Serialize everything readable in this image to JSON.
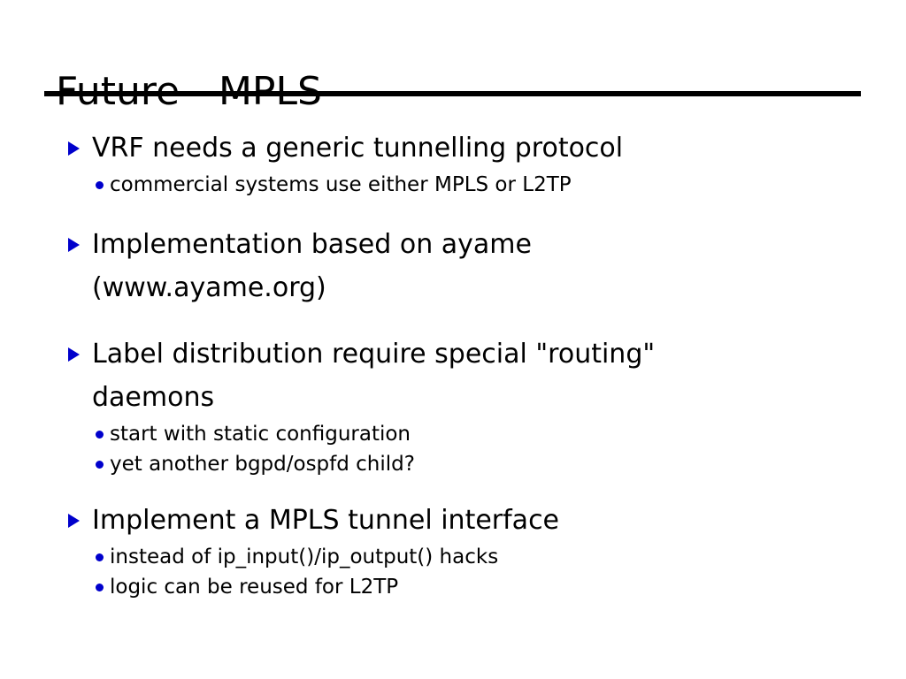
{
  "slide": {
    "title": "Future - MPLS",
    "accent_color": "#0000cc",
    "text_color": "#000000",
    "background_color": "#ffffff",
    "rule_color": "#000000",
    "bullet_icons": {
      "level1": "triangle-right-icon",
      "level2": "dot-icon"
    },
    "groups": [
      {
        "heading": "VRF needs a generic tunnelling protocol",
        "heading_continuation": "",
        "subitems": [
          "commercial systems use either MPLS or L2TP"
        ]
      },
      {
        "heading": "Implementation based on ayame",
        "heading_continuation": "(www.ayame.org)",
        "subitems": []
      },
      {
        "heading": "Label distribution require special \"routing\"",
        "heading_continuation": "daemons",
        "subitems": [
          "start with static configuration",
          "yet another bgpd/ospfd child?"
        ]
      },
      {
        "heading": "Implement a MPLS tunnel interface",
        "heading_continuation": "",
        "subitems": [
          "instead of ip_input()/ip_output() hacks",
          "logic can be reused for L2TP"
        ]
      }
    ]
  }
}
